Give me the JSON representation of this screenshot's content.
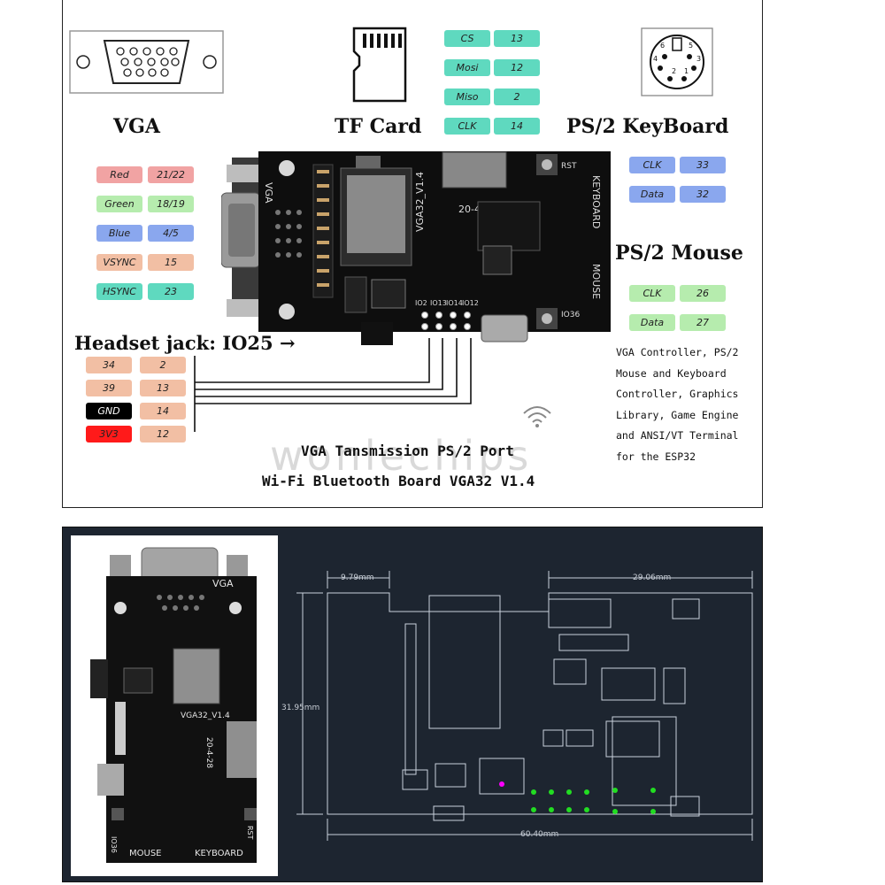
{
  "colors": {
    "red": "#f1a3a3",
    "green": "#b6ecae",
    "blue": "#8aa7ee",
    "salmon": "#f2bfa4",
    "teal": "#5fd9bf",
    "black": "#000000",
    "bright_red": "#ff1a1a",
    "cad_bg": "#1d2530",
    "cad_line": "#c9d1dc",
    "cad_green": "#22dd22",
    "cad_magenta": "#ff00ff"
  },
  "headings": {
    "vga": "VGA",
    "tf_card": "TF Card",
    "ps2_keyboard": "PS/2 KeyBoard",
    "ps2_mouse": "PS/2 Mouse",
    "headset": "Headset jack: IO25 →"
  },
  "vga_pins": [
    {
      "name": "Red",
      "value": "21/22",
      "color": "#f1a3a3"
    },
    {
      "name": "Green",
      "value": "18/19",
      "color": "#b6ecae"
    },
    {
      "name": "Blue",
      "value": "4/5",
      "color": "#8aa7ee"
    },
    {
      "name": "VSYNC",
      "value": "15",
      "color": "#f2bfa4"
    },
    {
      "name": "HSYNC",
      "value": "23",
      "color": "#5fd9bf"
    }
  ],
  "tf_pins": [
    {
      "name": "CS",
      "value": "13"
    },
    {
      "name": "Mosi",
      "value": "12"
    },
    {
      "name": "Miso",
      "value": "2"
    },
    {
      "name": "CLK",
      "value": "14"
    }
  ],
  "keyboard_pins": [
    {
      "name": "CLK",
      "value": "33"
    },
    {
      "name": "Data",
      "value": "32"
    }
  ],
  "mouse_pins": [
    {
      "name": "CLK",
      "value": "26"
    },
    {
      "name": "Data",
      "value": "27"
    }
  ],
  "header_pins": [
    {
      "left": "34",
      "right": "2",
      "color": "#f2bfa4",
      "text": "#222"
    },
    {
      "left": "39",
      "right": "13",
      "color": "#f2bfa4",
      "text": "#222"
    },
    {
      "left": "GND",
      "right": "14",
      "color": "#000000",
      "text": "#ffffff"
    },
    {
      "left": "3V3",
      "right": "12",
      "color": "#ff1a1a",
      "text": "#222"
    }
  ],
  "board": {
    "vga_label": "VGA",
    "model": "VGA32_V1.4",
    "date": "20-4-28",
    "rst": "RST",
    "keyboard": "KEYBOARD",
    "mouse": "MOUSE",
    "io36": "IO36",
    "header_labels": [
      "IO2",
      "IO13",
      "IO14",
      "IO12"
    ]
  },
  "ps2_connector_numbers": [
    "6",
    "5",
    "4",
    "3",
    "2",
    "1"
  ],
  "description_lines": [
    "VGA Controller, PS/2",
    "Mouse and Keyboard",
    "Controller, Graphics",
    "Library, Game Engine",
    "and ANSI/VT Terminal",
    "for the ESP32"
  ],
  "title_lines": [
    "VGA Tansmission PS/2 Port",
    "Wi-Fi Bluetooth Board VGA32 V1.4"
  ],
  "watermark": "wonlechips",
  "photo": {
    "vga": "VGA",
    "model": "VGA32_V1.4",
    "date": "20-4-28",
    "mouse": "MOUSE",
    "keyboard": "KEYBOARD",
    "rst": "RST",
    "io36": "IO36"
  },
  "dimensions": {
    "left_offset": "9.79mm",
    "top_width": "29.06mm",
    "height": "31.95mm",
    "width": "60.40mm"
  }
}
